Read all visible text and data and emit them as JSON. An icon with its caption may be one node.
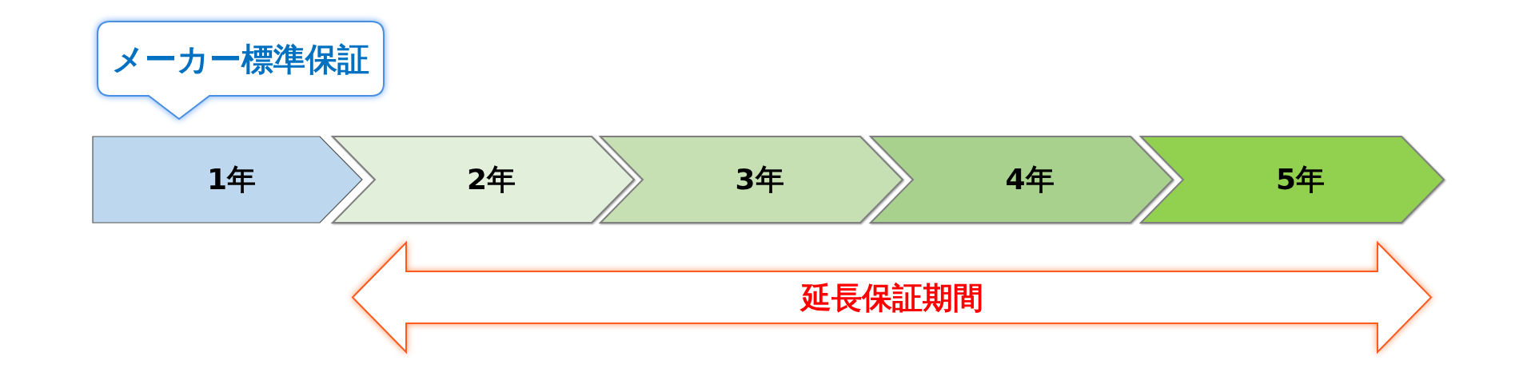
{
  "diagram": {
    "nodes": [
      {
        "text": [
          "メーカー標準保証"
        ]
      },
      {
        "text": [
          "1年"
        ]
      },
      {
        "text": [
          "2年"
        ]
      },
      {
        "text": [
          "3年"
        ]
      },
      {
        "text": [
          "4年"
        ]
      },
      {
        "text": [
          "5年"
        ]
      },
      {
        "text": [
          "延長保証期間"
        ]
      }
    ]
  }
}
